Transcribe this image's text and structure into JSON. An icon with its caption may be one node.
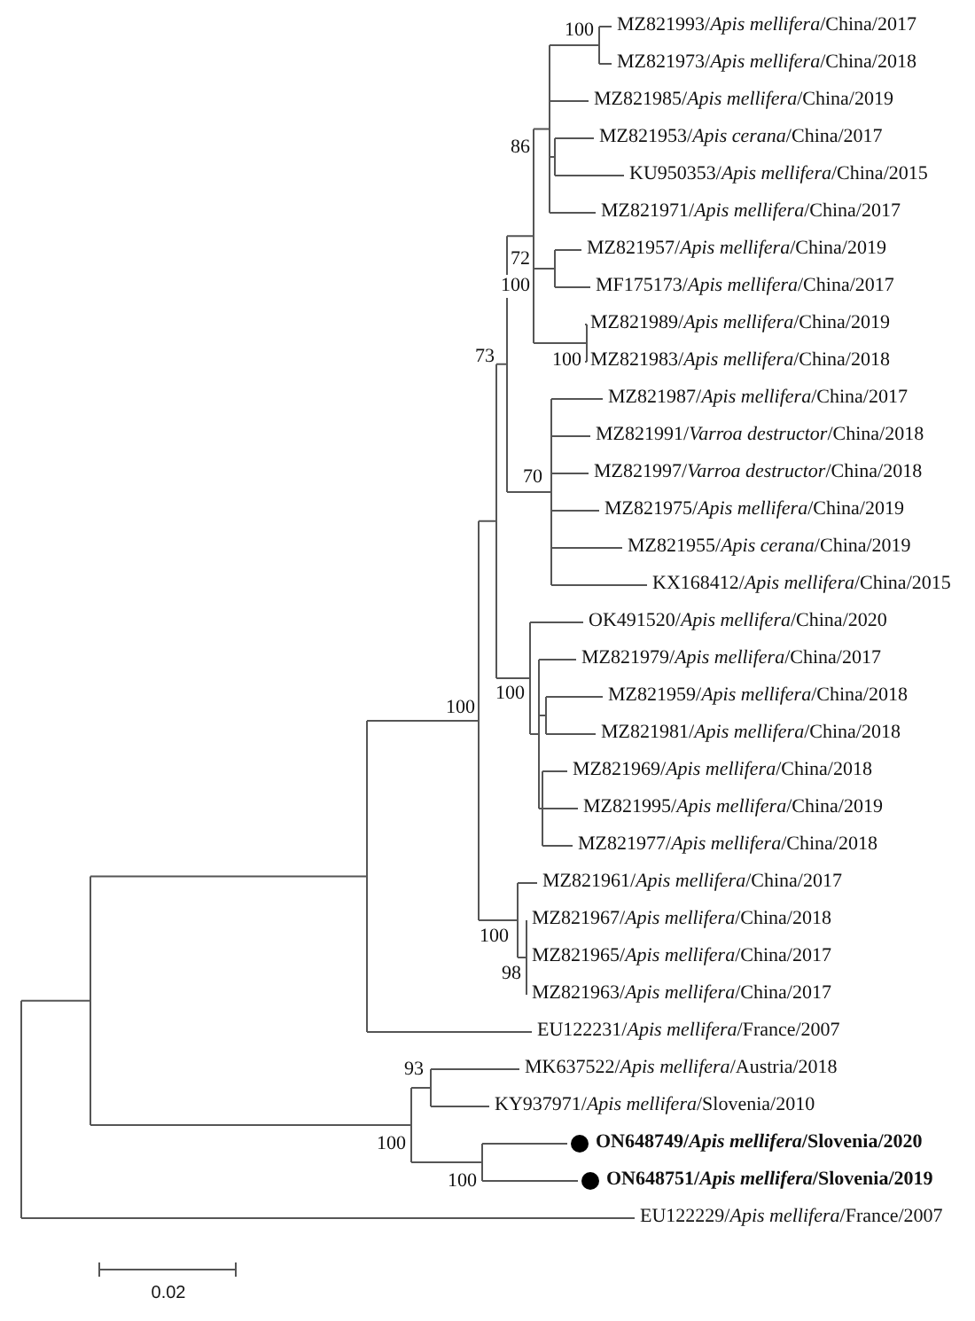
{
  "diagram": {
    "labels": [
      "100",
      "MZ821993/*Apis mellifera*/China/2017",
      "MZ821973/*Apis mellifera*/China/2018",
      "MZ821985/*Apis mellifera*/China/2019",
      "MZ821953/*Apis cerana*/China/2017",
      "86",
      "KU950353/*Apis mellifera*/China/2015",
      "MZ821971/*Apis mellifera*/China/2017",
      "MZ821957/*Apis mellifera*/China/2019",
      "72",
      "100",
      "MF175173/*Apis mellifera*/China/2017",
      "MZ821989/*Apis mellifera*/China/2019",
      "73",
      "100",
      "MZ821983/*Apis mellifera*/China/2018",
      "MZ821987/*Apis mellifera*/China/2017",
      "MZ821991/*Varroa destructor*/China/2018",
      "70",
      "MZ821997/*Varroa destructor*/China/2018",
      "MZ821975/*Apis mellifera*/China/2019",
      "MZ821955/*Apis cerana*/China/2019",
      "KX168412/*Apis mellifera*/China/2015",
      "OK491520/*Apis mellifera*/China/2020",
      "MZ821979/*Apis mellifera*/China/2017",
      "100",
      "100",
      "MZ821959/*Apis mellifera*/China/2018",
      "MZ821981/*Apis mellifera*/China/2018",
      "MZ821969/*Apis mellifera*/China/2018",
      "MZ821995/*Apis mellifera*/China/2019",
      "MZ821977/*Apis mellifera*/China/2018",
      "MZ821961/*Apis mellifera*/China/2017",
      "MZ821967/*Apis mellifera*/China/2018",
      "100",
      "MZ821965/*Apis mellifera*/China/2017",
      "98",
      "MZ821963/*Apis mellifera*/China/2017",
      "EU122231/*Apis mellifera*/France/2007",
      "93",
      "MK637522/*Apis mellifera*/Austria/2018",
      "KY937971/*Apis mellifera*/Slovenia/2010",
      "100",
      "ON648749/*Apis mellifera*/Slovenia/2020",
      "100",
      "ON648751/*Apis mellifera*/Slovenia/2019",
      "EU122229/*Apis mellifera*/France/2007",
      "0.02"
    ]
  }
}
